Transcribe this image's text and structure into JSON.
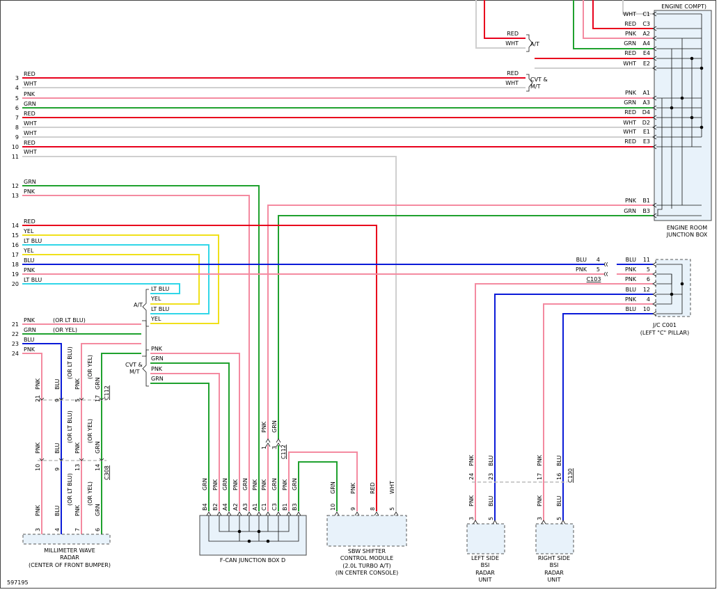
{
  "colors": {
    "RED": "#e8001c",
    "WHT": "#cfcfcf",
    "PNK": "#f48aa0",
    "GRN": "#1fa12e",
    "YEL": "#f0e01a",
    "LTBLU": "#2fd6e8",
    "BLU": "#0a1ad8"
  },
  "labels": {
    "engine_compt": "ENGINE COMPT)",
    "erjb_1": "ENGINE ROOM",
    "erjb_2": "JUNCTION BOX",
    "at": "A/T",
    "cvt_1": "CVT &",
    "cvt_2": "M/T",
    "jc_1": "J/C C001",
    "jc_2": "(LEFT \"C\" PILLAR)",
    "c103": "C103",
    "mmw_1": "MILLIMETER WAVE",
    "mmw_2": "RADAR",
    "mmw_3": "(CENTER OF FRONT BUMPER)",
    "fcan": "F-CAN JUNCTION BOX D",
    "sbw_1": "SBW SHIFTER",
    "sbw_2": "CONTROL MODULE",
    "sbw_3": "(2.0L TURBO A/T)",
    "sbw_4": "(IN CENTER CONSOLE)",
    "lsr_1": "LEFT SIDE",
    "lsr_2": "BSI",
    "lsr_3": "RADAR",
    "lsr_4": "UNIT",
    "rsr_1": "RIGHT SIDE",
    "rsr_2": "BSI",
    "rsr_3": "RADAR",
    "rsr_4": "UNIT",
    "c112_a": "C112",
    "c308": "C308",
    "c112_b": "C112",
    "c130": "C130",
    "diagram_id": "597195"
  },
  "left_wires": [
    {
      "row": "3",
      "color": "RED",
      "label": "RED"
    },
    {
      "row": "4",
      "color": "WHT",
      "label": "WHT"
    },
    {
      "row": "5",
      "color": "PNK",
      "label": "PNK"
    },
    {
      "row": "6",
      "color": "GRN",
      "label": "GRN"
    },
    {
      "row": "7",
      "color": "RED",
      "label": "RED"
    },
    {
      "row": "8",
      "color": "WHT",
      "label": "WHT"
    },
    {
      "row": "9",
      "color": "WHT",
      "label": "WHT"
    },
    {
      "row": "10",
      "color": "RED",
      "label": "RED"
    },
    {
      "row": "11",
      "color": "WHT",
      "label": "WHT"
    },
    {
      "row": "12",
      "color": "GRN",
      "label": "GRN"
    },
    {
      "row": "13",
      "color": "PNK",
      "label": "PNK"
    },
    {
      "row": "14",
      "color": "RED",
      "label": "RED"
    },
    {
      "row": "15",
      "color": "YEL",
      "label": "YEL"
    },
    {
      "row": "16",
      "color": "LTBLU",
      "label": "LT BLU"
    },
    {
      "row": "17",
      "color": "YEL",
      "label": "YEL"
    },
    {
      "row": "18",
      "color": "BLU",
      "label": "BLU"
    },
    {
      "row": "19",
      "color": "PNK",
      "label": "PNK"
    },
    {
      "row": "20",
      "color": "LTBLU",
      "label": "LT BLU"
    },
    {
      "row": "21",
      "color": "PNK",
      "label": "PNK",
      "alt": "(OR LT BLU)"
    },
    {
      "row": "22",
      "color": "GRN",
      "label": "GRN",
      "alt": "(OR YEL)"
    },
    {
      "row": "23",
      "color": "BLU",
      "label": "BLU"
    },
    {
      "row": "24",
      "color": "PNK",
      "label": "PNK"
    }
  ],
  "erjb_pins": [
    {
      "pin": "C1",
      "color": "WHT"
    },
    {
      "pin": "C3",
      "color": "RED"
    },
    {
      "pin": "A2",
      "color": "PNK"
    },
    {
      "pin": "A4",
      "color": "GRN"
    },
    {
      "pin": "E4",
      "color": "RED"
    },
    {
      "pin": "E2",
      "color": "WHT"
    },
    {
      "pin": "A1",
      "color": "PNK"
    },
    {
      "pin": "A3",
      "color": "GRN"
    },
    {
      "pin": "D4",
      "color": "RED"
    },
    {
      "pin": "D2",
      "color": "WHT"
    },
    {
      "pin": "E1",
      "color": "WHT"
    },
    {
      "pin": "E3",
      "color": "RED"
    },
    {
      "pin": "B1",
      "color": "PNK"
    },
    {
      "pin": "B3",
      "color": "GRN"
    }
  ],
  "jc_pins": [
    {
      "pin": "11",
      "color": "BLU",
      "left": "BLU",
      "left_pin": "4"
    },
    {
      "pin": "5",
      "color": "PNK",
      "left": "PNK",
      "left_pin": "5"
    },
    {
      "pin": "6",
      "color": "PNK"
    },
    {
      "pin": "12",
      "color": "BLU"
    },
    {
      "pin": "4",
      "color": "PNK"
    },
    {
      "pin": "10",
      "color": "BLU"
    }
  ],
  "fcan_pins": [
    {
      "pin": "B4",
      "color": "GRN"
    },
    {
      "pin": "B2",
      "color": "PNK"
    },
    {
      "pin": "A4",
      "color": "GRN"
    },
    {
      "pin": "A2",
      "color": "PNK"
    },
    {
      "pin": "A3",
      "color": "GRN"
    },
    {
      "pin": "A1",
      "color": "PNK"
    },
    {
      "pin": "C1",
      "color": "PNK"
    },
    {
      "pin": "C3",
      "color": "GRN"
    },
    {
      "pin": "B1",
      "color": "PNK"
    },
    {
      "pin": "B3",
      "color": "GRN"
    }
  ],
  "sbw_pins": [
    {
      "pin": "10",
      "color": "GRN"
    },
    {
      "pin": "9",
      "color": "PNK"
    },
    {
      "pin": "8",
      "color": "RED"
    },
    {
      "pin": "5",
      "color": "WHT"
    }
  ],
  "mmw_pins": [
    {
      "pin": "3",
      "color": "PNK",
      "alt": ""
    },
    {
      "pin": "4",
      "color": "BLU",
      "alt": ""
    },
    {
      "pin": "7",
      "color": "PNK",
      "alt": "(OR LT BLU)"
    },
    {
      "pin": "6",
      "color": "GRN",
      "alt": "(OR YEL)"
    }
  ],
  "c112_pins": [
    "21",
    "9",
    "5",
    "17"
  ],
  "c308_pins": [
    "10",
    "9",
    "13",
    "14"
  ],
  "c112b_pins": [
    "1",
    "3"
  ],
  "c130_pins": [
    "24",
    "23",
    "17",
    "16"
  ],
  "radar_pins": [
    "3",
    "5"
  ]
}
